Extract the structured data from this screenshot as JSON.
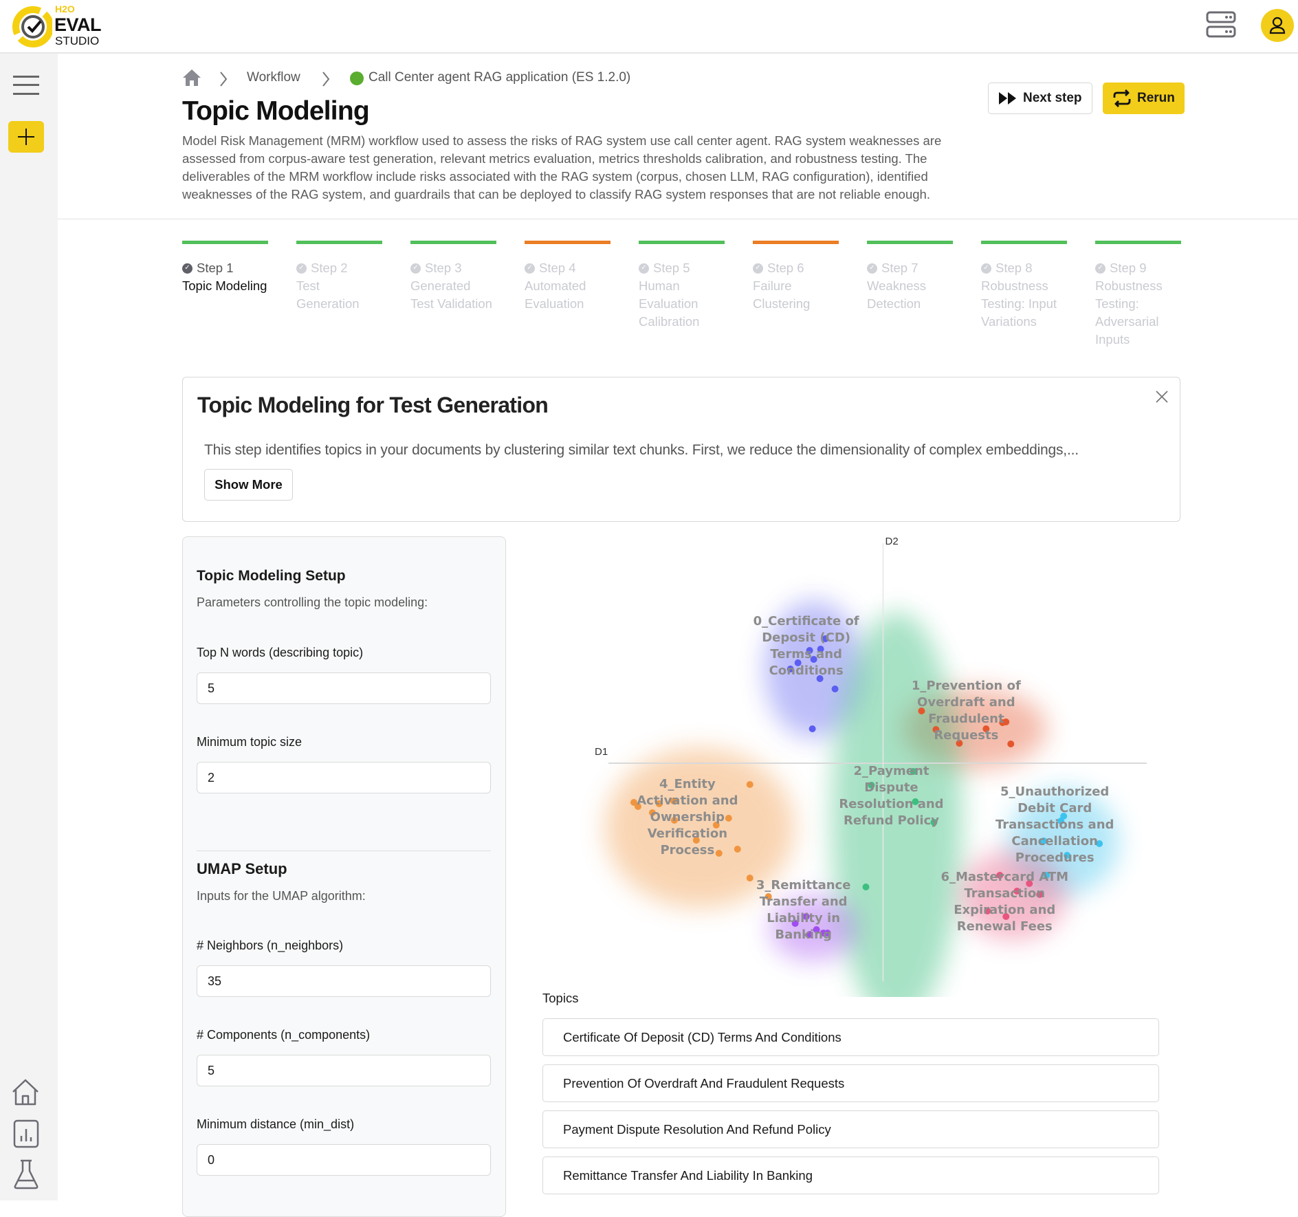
{
  "app": {
    "logo": {
      "brand": "H2O",
      "name": "EVAL",
      "sub": "STUDIO"
    }
  },
  "topbar": {
    "icons": [
      "server-icon",
      "user-avatar-icon"
    ]
  },
  "sidebar": {
    "icons": [
      "menu-icon",
      "plus-icon",
      "home-icon",
      "chart-icon",
      "flask-icon"
    ]
  },
  "breadcrumb": {
    "items": [
      "Workflow",
      "Call Center agent RAG application (ES 1.2.0)"
    ],
    "status_color": "#5aad2f"
  },
  "header": {
    "title": "Topic Modeling",
    "description": "Model Risk Management (MRM) workflow used to assess the risks of RAG system use call center agent. RAG system weaknesses are assessed from corpus-aware test generation, relevant metrics evaluation, metrics thresholds calibration, and robustness testing. The deliverables of the MRM workflow include risks associated with the RAG system (corpus, chosen LLM, RAG configuration), identified weaknesses of the RAG system, and guardrails that can be deployed to classify RAG system responses that are not reliable enough.",
    "next_step_label": "Next step",
    "rerun_label": "Rerun"
  },
  "colors": {
    "accent": "#f2cd1a",
    "success": "#52c05a",
    "warning": "#eb7d24"
  },
  "steps": [
    {
      "num": "Step 1",
      "name": "Topic Modeling",
      "status": "success",
      "active": true
    },
    {
      "num": "Step 2",
      "name": "Test Generation",
      "status": "success"
    },
    {
      "num": "Step 3",
      "name": "Generated Test Validation",
      "status": "success"
    },
    {
      "num": "Step 4",
      "name": "Automated Evaluation",
      "status": "warning"
    },
    {
      "num": "Step 5",
      "name": "Human Evaluation Calibration",
      "status": "success"
    },
    {
      "num": "Step 6",
      "name": "Failure Clustering",
      "status": "warning"
    },
    {
      "num": "Step 7",
      "name": "Weakness Detection",
      "status": "success"
    },
    {
      "num": "Step 8",
      "name": "Robustness Testing: Input Variations",
      "status": "success"
    },
    {
      "num": "Step 9",
      "name": "Robustness Testing: Adversarial Inputs",
      "status": "success"
    }
  ],
  "info": {
    "title": "Topic Modeling for Test Generation",
    "text": "This step identifies topics in your documents by clustering similar text chunks. First, we reduce the dimensionality of complex embeddings,...",
    "show_more": "Show More"
  },
  "setup": {
    "title": "Topic Modeling Setup",
    "subtitle": "Parameters controlling the topic modeling:",
    "top_n_label": "Top N words (describing topic)",
    "top_n_value": "5",
    "min_topic_label": "Minimum topic size",
    "min_topic_value": "2",
    "umap_title": "UMAP Setup",
    "umap_subtitle": "Inputs for the UMAP algorithm:",
    "neighbors_label": "# Neighbors (n_neighbors)",
    "neighbors_value": "35",
    "components_label": "# Components (n_components)",
    "components_value": "5",
    "min_dist_label": "Minimum distance (min_dist)",
    "min_dist_value": "0"
  },
  "chart_data": {
    "type": "scatter",
    "xlabel": "D1",
    "ylabel": "D2",
    "xlim": [
      -4,
      3.84
    ],
    "ylim": [
      -3.17,
      3.1
    ],
    "grid": false,
    "series": [
      {
        "name": "0_Certificate of Deposit (CD) Terms and Conditions",
        "color": "#5b5ef0",
        "label_at": [
          -1.12,
          2.07
        ],
        "x": [
          -0.84,
          -1.07,
          -0.91,
          -1.01,
          -1.24,
          -1.35,
          -0.92,
          -0.7,
          -1.03
        ],
        "y": [
          1.81,
          1.64,
          1.66,
          1.51,
          1.46,
          1.37,
          1.23,
          1.08,
          0.5
        ]
      },
      {
        "name": "1_Prevention of Overdraft and Fraudulent Requests",
        "color": "#e4572e",
        "label_at": [
          1.21,
          1.13
        ],
        "x": [
          0.56,
          0.77,
          1.5,
          1.74,
          1.79,
          1.11,
          1.86
        ],
        "y": [
          0.76,
          0.49,
          0.5,
          0.59,
          0.6,
          0.29,
          0.28
        ]
      },
      {
        "name": "2_Payment Dispute Resolution and Refund Policy",
        "color": "#3dbf80",
        "label_at": [
          0.12,
          -0.11
        ],
        "x": [
          0.44,
          -0.17,
          0.47,
          0.74,
          -0.25
        ],
        "y": [
          -0.12,
          -0.32,
          -0.56,
          -0.86,
          -1.8
        ]
      },
      {
        "name": "3_Remittance Transfer and Liability in Banking",
        "color": "#a04cf0",
        "label_at": [
          -1.16,
          -1.77
        ],
        "x": [
          -1.12,
          -1.28,
          -0.97,
          -1.07,
          -0.87,
          -0.81
        ],
        "y": [
          -2.23,
          -2.33,
          -2.42,
          -2.49,
          -2.47,
          -2.47
        ]
      },
      {
        "name": "4_Entity Activation and Ownership Verification Process",
        "color": "#f0953f",
        "label_at": [
          -2.85,
          -0.3
        ],
        "x": [
          -1.94,
          -3.63,
          -3.57,
          -3.26,
          -3.05,
          -3.36,
          -3.04,
          -2.25,
          -2.43,
          -2.72,
          -2.39,
          -2.12,
          -1.94,
          -1.67
        ],
        "y": [
          -0.31,
          -0.57,
          -0.63,
          -0.59,
          -0.55,
          -0.72,
          -0.83,
          -0.8,
          -0.9,
          -1.12,
          -1.31,
          -1.25,
          -1.67,
          -1.94
        ]
      },
      {
        "name": "5_Unauthorized Debit Card Transactions and Cancellation Procedures",
        "color": "#3cc3ee",
        "label_at": [
          2.5,
          -0.41
        ],
        "x": [
          2.63,
          2.59,
          3.15,
          2.68,
          2.38,
          2.34
        ],
        "y": [
          -0.77,
          -0.84,
          -1.17,
          -1.34,
          -1.63,
          -1.13
        ]
      },
      {
        "name": "6_Mastercard ATM Transaction Expiration and Renewal Fees",
        "color": "#e8557f",
        "label_at": [
          1.77,
          -1.17
        ],
        "x": [
          1.7,
          2.13,
          1.95,
          2.28,
          1.52,
          1.79
        ],
        "y": [
          -1.63,
          -1.75,
          -1.86,
          -1.91,
          -2.15,
          -2.23
        ]
      }
    ]
  },
  "topics": {
    "title": "Topics",
    "items": [
      "Certificate Of Deposit (CD) Terms And Conditions",
      "Prevention Of Overdraft And Fraudulent Requests",
      "Payment Dispute Resolution And Refund Policy",
      "Remittance Transfer And Liability In Banking"
    ]
  }
}
